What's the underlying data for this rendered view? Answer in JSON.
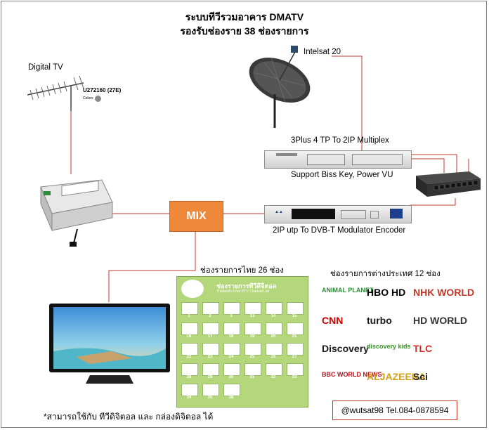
{
  "title": {
    "line1": "ระบบทีวีรวมอาคาร DMATV",
    "line2": "รองรับช่องราย 38 ช่องรายการ"
  },
  "labels": {
    "digital_tv": "Digital TV",
    "antenna_model": "U272160 (27E)",
    "antenna_colors": "Colors",
    "intelsat": "Intelsat 20",
    "multiplex": "3Plus 4 TP To  2IP Multiplex",
    "biss": "Support Biss Key, Power VU",
    "modulator": "2IP utp To DVB-T Modulator Encoder",
    "mix": "MIX",
    "thai_channels": "ช่องรายการไทย 26 ช่อง",
    "foreign_channels": "ช่องรายการต่างประเทศ 12 ช่อง",
    "footnote": "*สามารถใช้กับ   ทีวีดิจิตอล   และ   กล่องดิจิตอล   ได้",
    "contact": "@wutsat98 Tel.084-0878594"
  },
  "channel_card": {
    "header": "ช่องรายการทีวีดิจิตอล",
    "subheader": "Thailand's Free DTV Channel List",
    "numbers": [
      "1",
      "2",
      "3",
      "13",
      "14",
      "15",
      "16",
      "17",
      "18",
      "19",
      "20",
      "21",
      "22",
      "23",
      "24",
      "25",
      "26",
      "27",
      "28",
      "29",
      "30",
      "31",
      "32",
      "33",
      "34",
      "35",
      "36"
    ]
  },
  "foreign_logos": [
    {
      "name": "ANIMAL PLANET",
      "color": "#2e8b3a"
    },
    {
      "name": "HBO HD",
      "color": "#000000"
    },
    {
      "name": "NHK WORLD",
      "color": "#c0392b"
    },
    {
      "name": "CNN",
      "color": "#cc0000"
    },
    {
      "name": "turbo",
      "color": "#1a1a1a"
    },
    {
      "name": "HD WORLD",
      "color": "#333333"
    },
    {
      "name": "Discovery",
      "color": "#1a1a1a"
    },
    {
      "name": "discovery kids",
      "color": "#3a8f2a"
    },
    {
      "name": "TLC",
      "color": "#d62b2b"
    },
    {
      "name": "BBC WORLD NEWS",
      "color": "#b5121b"
    },
    {
      "name": "ALJAZEERA",
      "color": "#d4a017"
    },
    {
      "name": "Sci",
      "color": "#222222"
    }
  ],
  "colors": {
    "mix_fill": "#f0883a",
    "wire": "#c0392b",
    "channel_card_bg": "#b5d77c"
  }
}
